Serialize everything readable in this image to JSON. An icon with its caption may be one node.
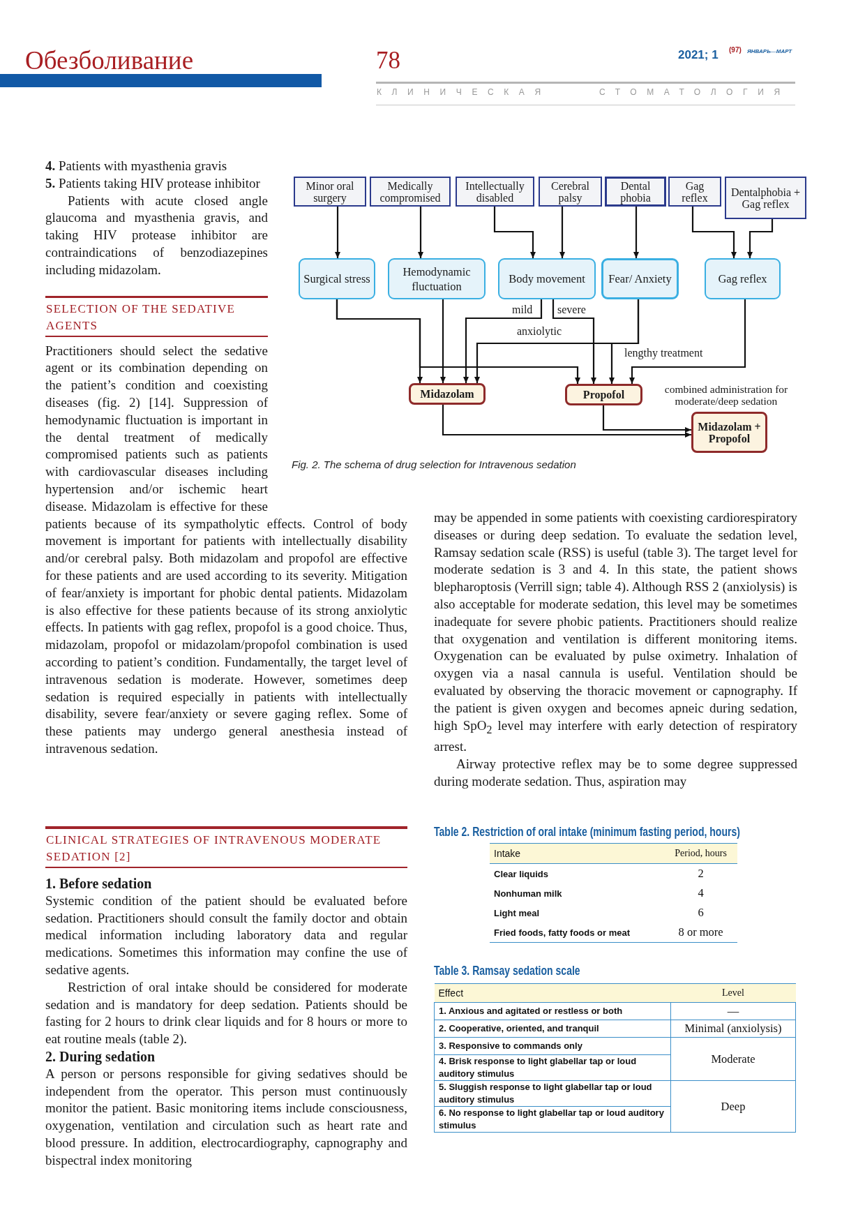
{
  "diagram": {
    "caption": "Fig. 2. The schema of drug selection for Intravenous sedation",
    "nodes": [
      {
        "text": [
          "Minor oral surgery"
        ]
      },
      {
        "text": [
          "Medically compromised"
        ]
      },
      {
        "text": [
          "Intellectually disabled"
        ]
      },
      {
        "text": [
          "Cerebral palsy"
        ]
      },
      {
        "text": [
          "Dental phobia"
        ]
      },
      {
        "text": [
          "Gag reflex"
        ]
      },
      {
        "text": [
          "Dentalphobia + Gag reflex"
        ]
      },
      {
        "text": [
          "Surgical stress"
        ]
      },
      {
        "text": [
          "Hemodynamic fluctuation"
        ]
      },
      {
        "text": [
          "Body movement"
        ]
      },
      {
        "text": [
          "Fear/ Anxiety"
        ]
      },
      {
        "text": [
          "Gag reflex"
        ]
      },
      {
        "text": [
          "Midazolam"
        ]
      },
      {
        "text": [
          "Propofol"
        ]
      },
      {
        "text": [
          "Midazolam + Propofol"
        ],
        "beside": [
          "combined administration for moderate/deep sedation"
        ]
      }
    ],
    "edges": [
      {
        "from": 0,
        "to": 7,
        "arrow": "to"
      },
      {
        "from": 1,
        "to": 8,
        "arrow": "to"
      },
      {
        "from": 2,
        "to": 9,
        "arrow": "to"
      },
      {
        "from": 3,
        "to": 9,
        "arrow": "to"
      },
      {
        "from": 4,
        "to": 10,
        "arrow": "to"
      },
      {
        "from": 5,
        "to": 11,
        "arrow": "to"
      },
      {
        "from": 6,
        "to": 11,
        "arrow": "to"
      },
      {
        "from": 7,
        "to": 12,
        "arrow": "to"
      },
      {
        "from": 7,
        "to": 13,
        "arrow": "to"
      },
      {
        "from": 8,
        "to": 12,
        "arrow": "to"
      },
      {
        "from": 9,
        "to": 12,
        "label": "mild",
        "arrow": "to"
      },
      {
        "from": 9,
        "to": 13,
        "label": "severe",
        "arrow": "to"
      },
      {
        "from": 10,
        "to": 12,
        "label": "anxiolytic",
        "arrow": "to"
      },
      {
        "from": 10,
        "to": 13,
        "label": "lengthy treatment",
        "arrow": "to"
      },
      {
        "from": 11,
        "to": 13,
        "arrow": "to"
      },
      {
        "from": 12,
        "to": 14,
        "arrow": "to"
      },
      {
        "from": 13,
        "to": 14,
        "arrow": "to"
      }
    ],
    "labels": [
      "Обезболивание",
      "78",
      "2021; 1",
      "(97)",
      "ЯНВАРЬ—МАРТ",
      "КЛИНИЧЕСКАЯ",
      "СТОМАТОЛОГИЯ",
      "**4.** Patients with myasthenia gravis",
      "**5.** Patients taking HIV protease inhibitor",
      "Patients with acute closed angle glaucoma and myasthenia gravis, and taking HIV protease inhibitor are contraindications of benzodiazepines including midazolam.",
      "SELECTION OF THE SEDATIVE AGENTS",
      "Practitioners should select the sedative agent or its combination depending on the patient’s condition and coexisting diseases (fig. 2) [14]. Suppression of hemodynamic fluctuation is important in the dental treatment of medically compromised patients such as patients with cardiovascular diseases including hypertension and/or ischemic heart disease. Midazolam is effective for these patients because of its sympatholytic effects. Control of body movement is important for patients with intellectually disability and/or cerebral palsy. Both midazolam and propofol are effective for these patients and are used according to its severity. Mitigation of fear/anxiety is important for phobic dental patients. Midazolam is also effective for these patients because of its strong anxiolytic effects. In patients with gag reflex, propofol is a good choice. Thus, midazolam, propofol or midazolam/propofol combination is used according to patient’s condition. Fundamentally, the target level of intravenous sedation is moderate. However, sometimes deep sedation is required especially in patients with intellectually disability, severe fear/anxiety or severe gaging reflex. Some of these patients may undergo general anesthesia instead of intravenous sedation.",
      "may be appended in some patients with coexisting cardiorespiratory diseases or during deep sedation. To evaluate the sedation level, Ramsay sedation scale (RSS) is useful (table 3). The target level for moderate sedation is 3 and 4. In this state, the patient shows blepharoptosis (Verrill sign; table 4). Although RSS 2 (anxiolysis) is also acceptable for moderate sedation, this level may be sometimes inadequate for severe phobic patients. Practitioners should realize that oxygenation and ventilation is different monitoring items. Oxygenation can be evaluated by pulse oximetry. Inhalation of oxygen via a nasal cannula is useful. Ventilation should be evaluated by observing the thoracic movement or capnography. If the patient is given oxygen and becomes apneic during sedation, high SpO$_{2}$ level may interfere with early detection of respiratory arrest.",
      "Airway protective reflex may be to some degree suppressed during moderate sedation. Thus, aspiration may",
      "CLINICAL STRATEGIES OF INTRAVENOUS MODERATE SEDATION [2]",
      "1. Before sedation",
      "Systemic condition of the patient should be evaluated before sedation. Practitioners should consult the family doctor and obtain medical information including laboratory data and regular medications. Sometimes this information may confine the use of sedative agents.",
      "Restriction of oral intake should be considered for moderate sedation and is mandatory for deep sedation. Patients should be fasting for 2 hours to drink clear liquids and for 8 hours or more to eat routine meals (table 2).",
      "2. During sedation",
      "A person or persons responsible for giving sedatives should be independent from the operator. This person must continuously monitor the patient. Basic monitoring items include consciousness, oxygenation, ventilation and circulation such as heart rate and blood pressure. In addition, electrocardiography, capnography and bispectral index monitoring",
      "Table 2. Restriction of oral intake (minimum fasting period, hours)",
      "Intake",
      "Period, hours",
      "Clear liquids",
      "2",
      "Nonhuman milk",
      "4",
      "Light meal",
      "6",
      "Fried foods, fatty foods or meat",
      "8 or more",
      "Table 3. Ramsay sedation scale",
      "Effect",
      "Level",
      "1. Anxious and agitated or restless or both",
      "—",
      "2. Cooperative, oriented, and tranquil",
      "Minimal (anxiolysis)",
      "3. Responsive to commands only",
      "Moderate",
      "4. Brisk response to light glabellar tap or loud auditory stimulus",
      "5. Sluggish response to light glabellar tap or loud auditory stimulus",
      "Deep",
      "6. No response to light glabellar tap or loud auditory stimulus"
    ]
  }
}
